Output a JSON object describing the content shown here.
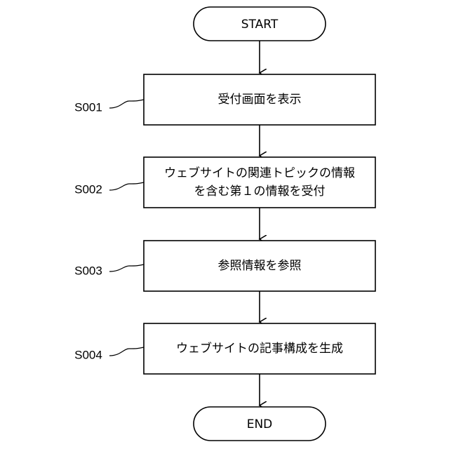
{
  "flowchart": {
    "start": {
      "label": "START"
    },
    "steps": [
      {
        "id": "S001",
        "lines": [
          "受付画面を表示"
        ]
      },
      {
        "id": "S002",
        "lines": [
          "ウェブサイトの関連トピックの情報",
          "を含む第１の情報を受付"
        ]
      },
      {
        "id": "S003",
        "lines": [
          "参照情報を参照"
        ]
      },
      {
        "id": "S004",
        "lines": [
          "ウェブサイトの記事構成を生成"
        ]
      }
    ],
    "end": {
      "label": "END"
    }
  }
}
